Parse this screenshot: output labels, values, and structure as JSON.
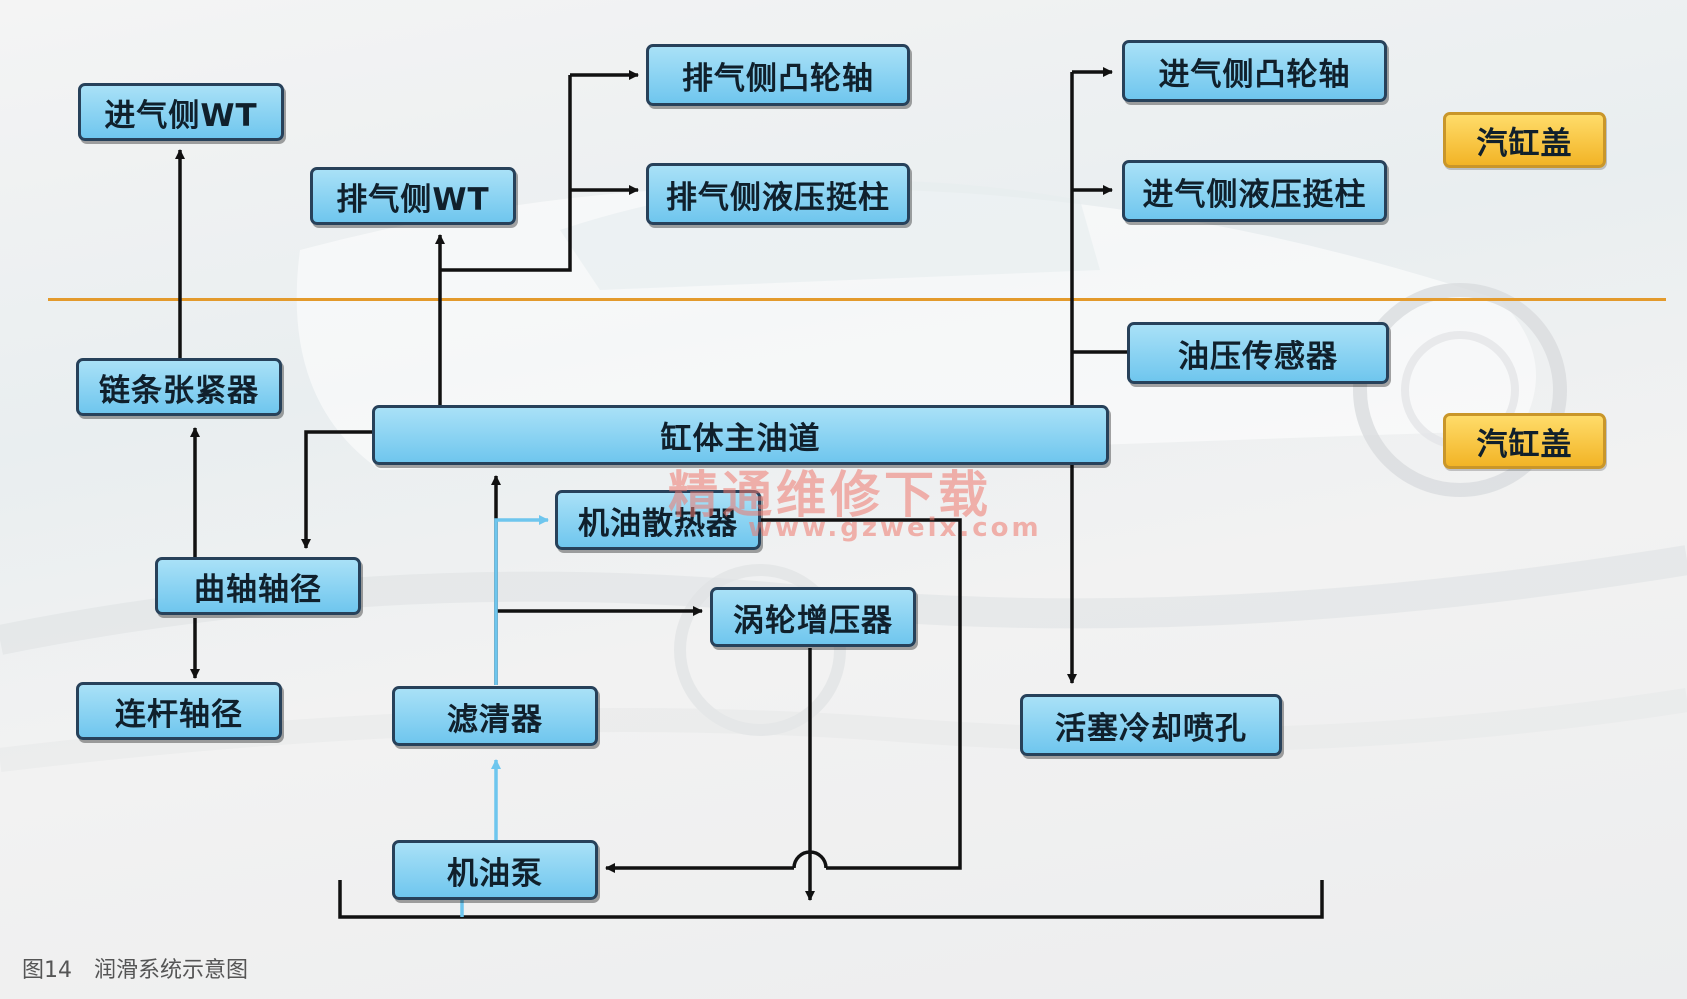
{
  "nodes": {
    "intake_wt": "进气侧WT",
    "exhaust_wt": "排气侧WT",
    "exhaust_camshaft": "排气侧凸轮轴",
    "exhaust_lifter": "排气侧液压挺柱",
    "intake_camshaft": "进气侧凸轮轴",
    "intake_lifter": "进气侧液压挺柱",
    "cylinder_head_upper": "汽缸盖",
    "chain_tensioner": "链条张紧器",
    "oil_pressure_sensor": "油压传感器",
    "main_gallery": "缸体主油道",
    "cylinder_head_lower": "汽缸盖",
    "oil_cooler": "机油散热器",
    "crank_journal": "曲轴轴径",
    "turbocharger": "涡轮增压器",
    "conrod_journal": "连杆轴径",
    "filter": "滤清器",
    "piston_jet": "活塞冷却喷孔",
    "oil_pump": "机油泵"
  },
  "watermark": {
    "text": "精通维修下载",
    "url": "www.gzweix.com"
  },
  "caption": "图14　润滑系统示意图",
  "colors": {
    "node_fill": "#8ad3f3",
    "node_border": "#27415a",
    "head_fill": "#f7c23c",
    "divider": "#e39a2c",
    "line": "#111111",
    "light_line": "#6ec6ee"
  }
}
